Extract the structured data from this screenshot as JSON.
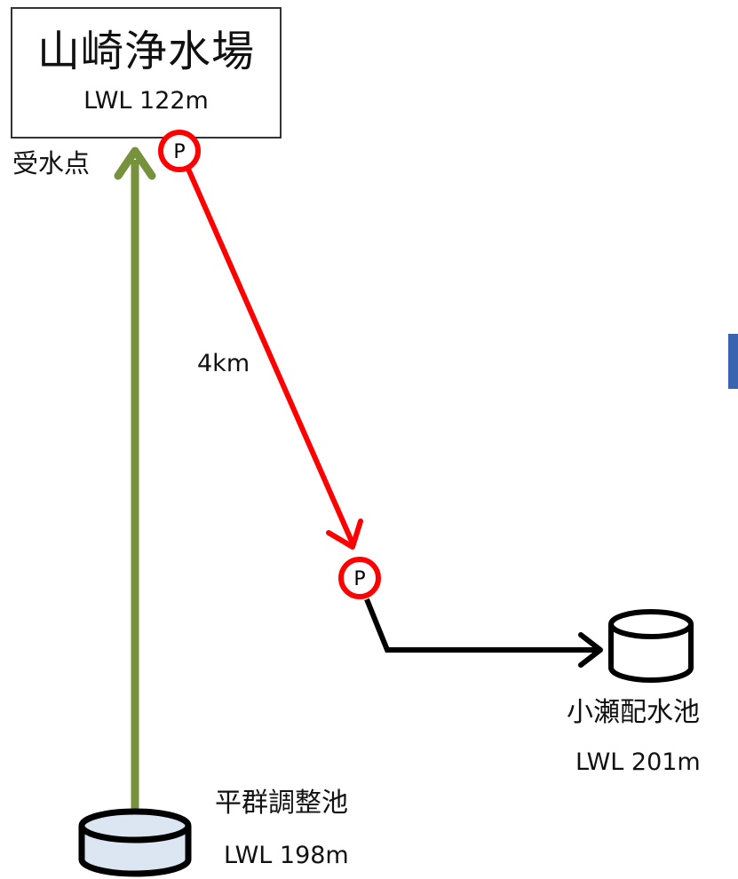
{
  "plant": {
    "name": "山崎浄水場",
    "lwl": "LWL  122m"
  },
  "intake_label": "受水点",
  "distance_label": "4km",
  "pump_letter": "P",
  "kose_reservoir": {
    "name": "小瀬配水池",
    "lwl": "LWL 201m"
  },
  "hiramure_tank": {
    "name": "平群調整池",
    "lwl": "LWL 198m"
  },
  "colors": {
    "gravity_line": "#76923c",
    "pump_line": "#ff0000",
    "distribution_line": "#000000",
    "tank_fill": "#dce6f2",
    "side_tab": "#3a63b0"
  }
}
